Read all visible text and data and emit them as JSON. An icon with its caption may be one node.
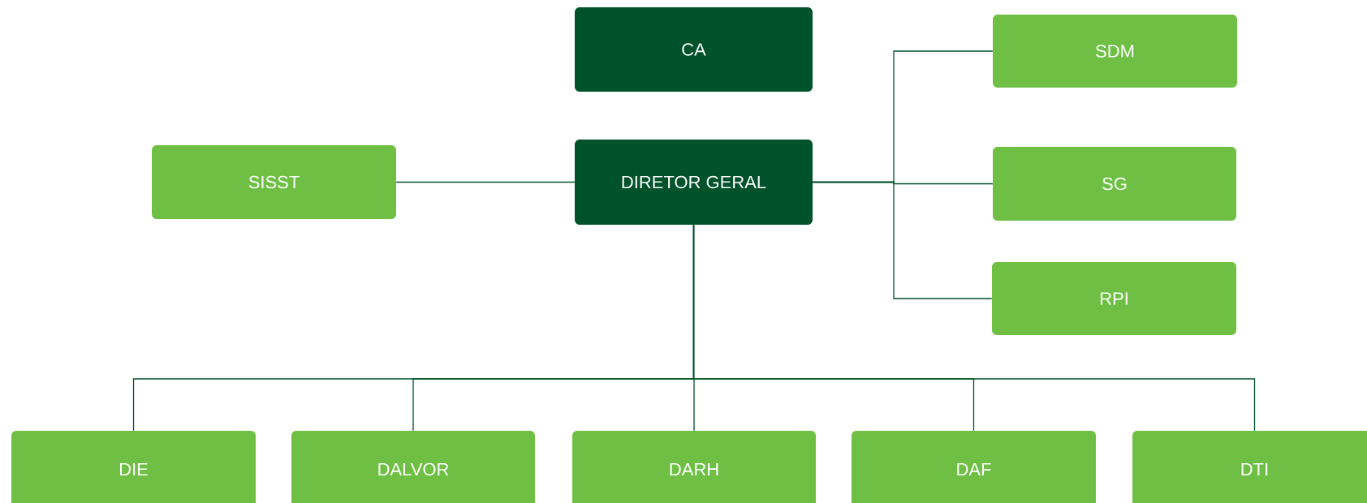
{
  "diagram": {
    "nodes": [
      {
        "text": [
          "CA"
        ]
      },
      {
        "text": [
          "SISST"
        ]
      },
      {
        "text": [
          "DIRETOR GERAL"
        ]
      },
      {
        "text": [
          "SDM"
        ]
      },
      {
        "text": [
          "SG"
        ]
      },
      {
        "text": [
          "RPI"
        ]
      },
      {
        "text": [
          "DIE"
        ]
      },
      {
        "text": [
          "DALVOR"
        ]
      },
      {
        "text": [
          "DARH"
        ]
      },
      {
        "text": [
          "DAF"
        ]
      },
      {
        "text": [
          "DTI"
        ]
      }
    ],
    "edges": [
      {
        "from": 2,
        "to": 1,
        "arrow": "none"
      },
      {
        "from": 2,
        "to": 3,
        "arrow": "none"
      },
      {
        "from": 2,
        "to": 4,
        "arrow": "none"
      },
      {
        "from": 2,
        "to": 5,
        "arrow": "none"
      },
      {
        "from": 2,
        "to": 6,
        "arrow": "none"
      },
      {
        "from": 2,
        "to": 7,
        "arrow": "none"
      },
      {
        "from": 2,
        "to": 8,
        "arrow": "none"
      },
      {
        "from": 2,
        "to": 9,
        "arrow": "none"
      },
      {
        "from": 2,
        "to": 10,
        "arrow": "none"
      }
    ]
  }
}
